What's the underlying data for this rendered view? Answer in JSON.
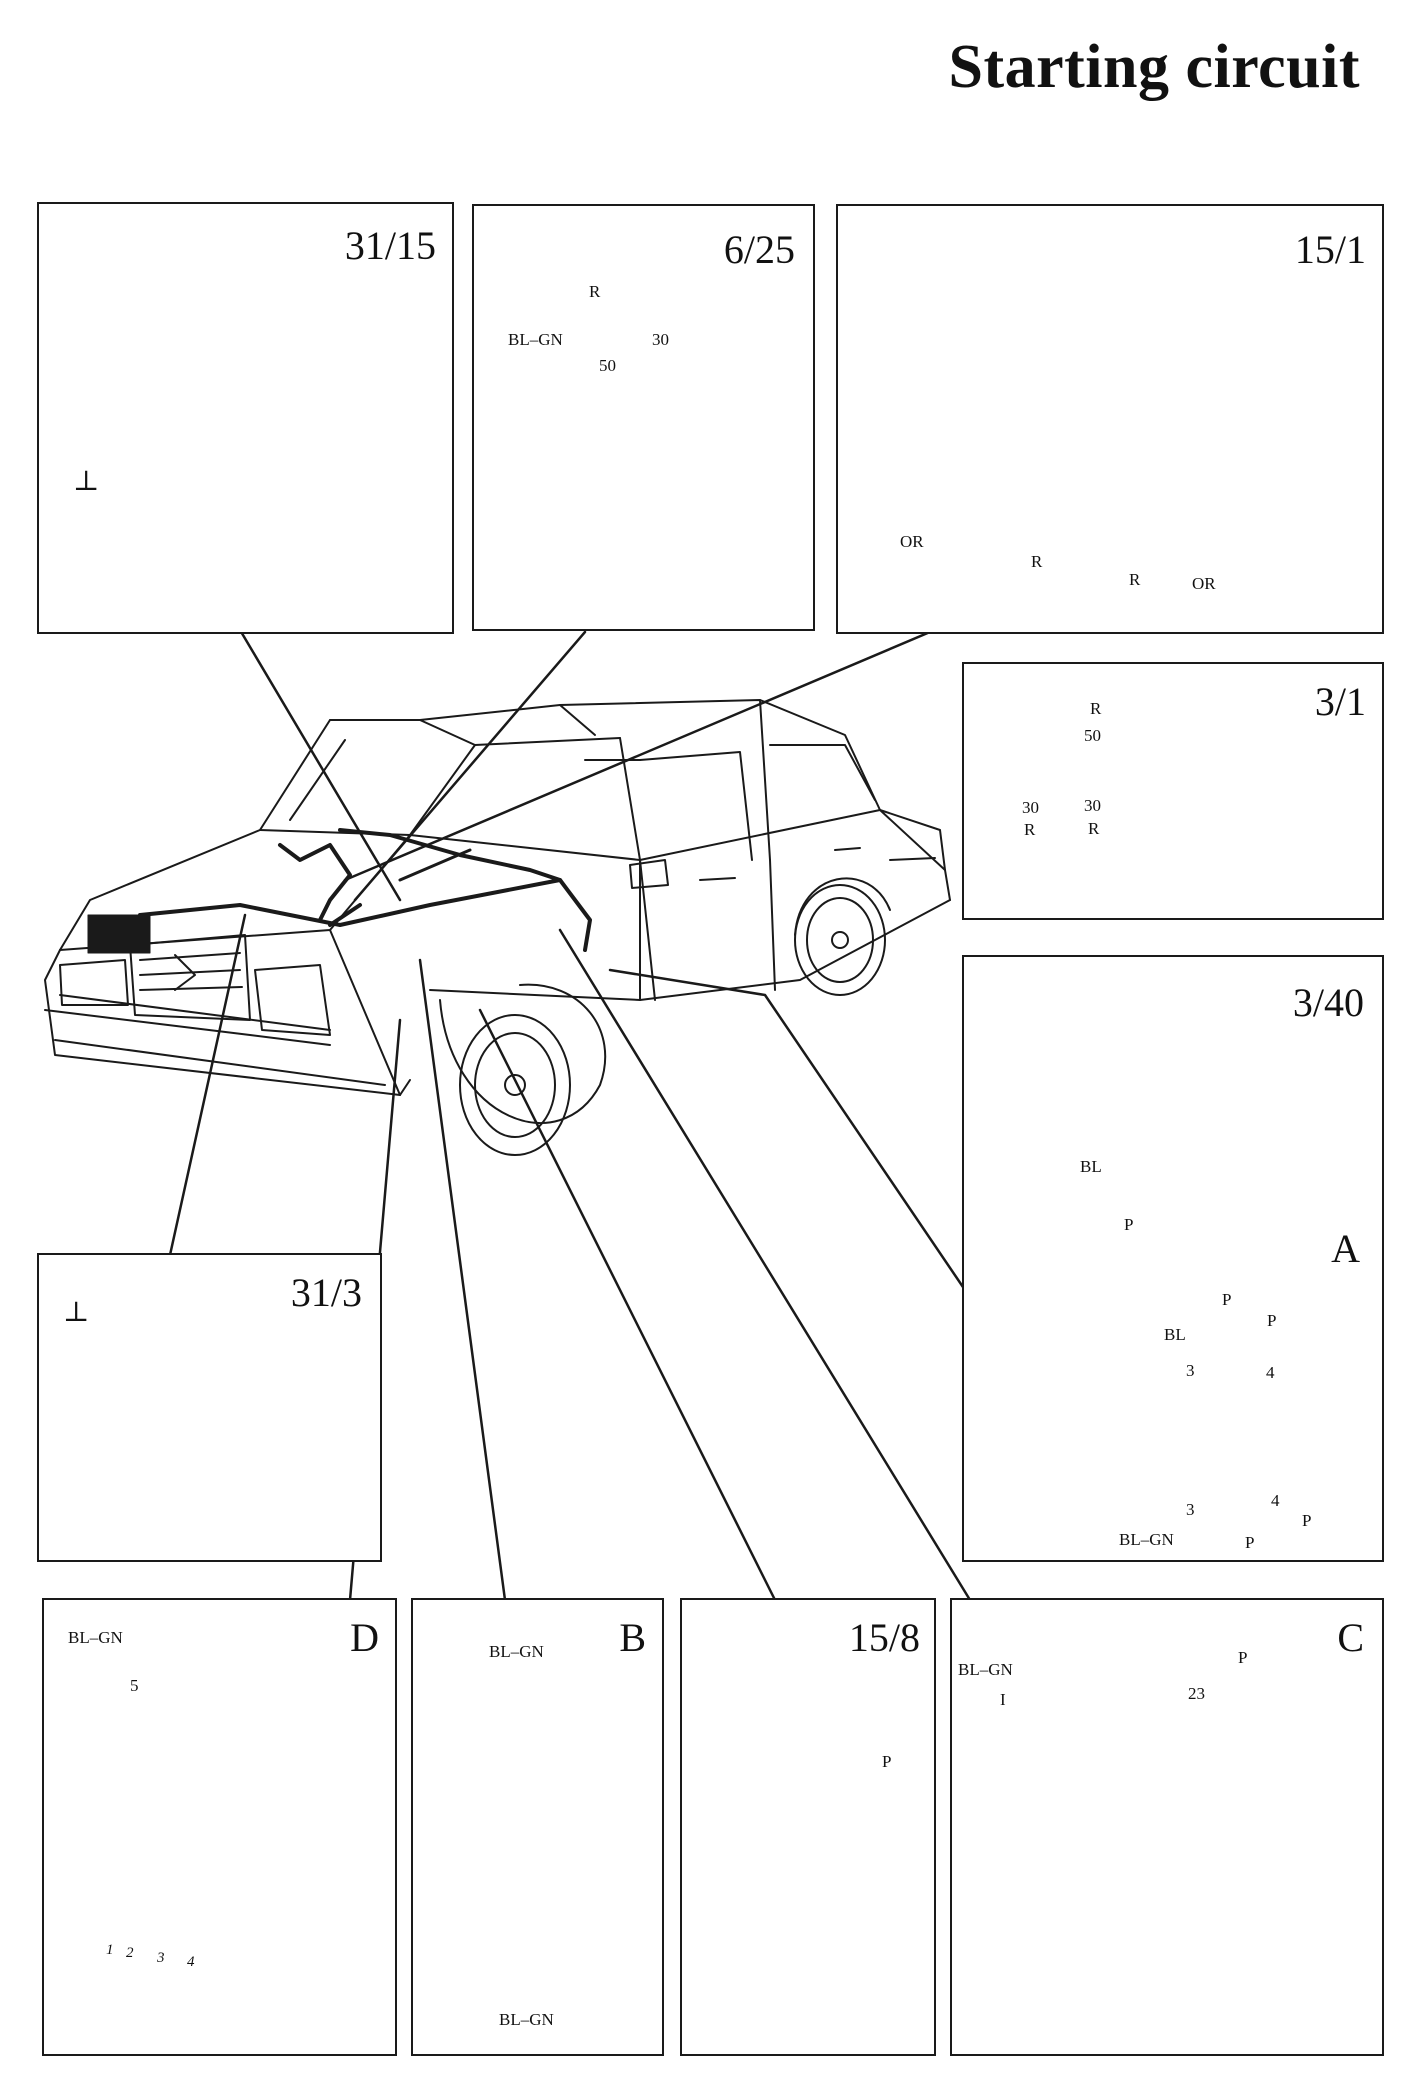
{
  "title": "Starting circuit",
  "panels": {
    "p31_15": {
      "id": "31/15",
      "ground_symbol": "⊥"
    },
    "p6_25": {
      "id": "6/25",
      "wires": [
        "R",
        "BL–GN"
      ],
      "terminals": [
        "30",
        "50"
      ]
    },
    "p15_1": {
      "id": "15/1",
      "wires": [
        "OR",
        "R",
        "R",
        "OR"
      ]
    },
    "p3_1": {
      "id": "3/1",
      "labels": [
        "R",
        "50",
        "30",
        "R",
        "30",
        "R"
      ]
    },
    "p3_40": {
      "id": "3/40",
      "letter": "A",
      "labels": [
        "BL",
        "P",
        "P",
        "P",
        "BL",
        "3",
        "4",
        "3",
        "4",
        "P",
        "BL–GN",
        "P"
      ]
    },
    "p31_3": {
      "id": "31/3",
      "ground_symbol": "⊥"
    },
    "pD": {
      "id": "D",
      "labels": [
        "BL–GN",
        "5"
      ],
      "pins": [
        "1",
        "2",
        "3",
        "4"
      ]
    },
    "pB": {
      "id": "B",
      "labels": [
        "BL–GN",
        "BL–GN"
      ]
    },
    "p15_8": {
      "id": "15/8",
      "labels": [
        "P"
      ]
    },
    "pC": {
      "id": "C",
      "labels": [
        "BL–GN",
        "I",
        "P",
        "23"
      ]
    }
  }
}
